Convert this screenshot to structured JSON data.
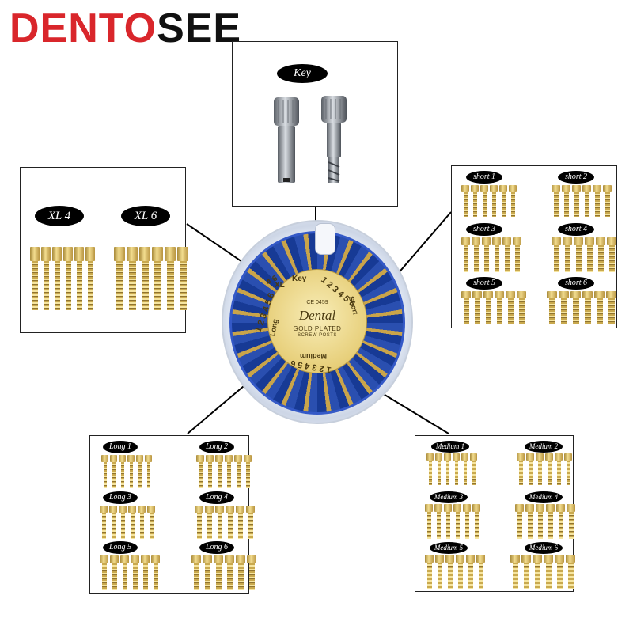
{
  "brand": {
    "part1": "DENTO",
    "part2": "SEE"
  },
  "key_panel": {
    "label": "Key"
  },
  "xl_panel": {
    "labels": [
      "XL 4",
      "XL 6"
    ]
  },
  "short_panel": {
    "labels": [
      "short 1",
      "short 2",
      "short 3",
      "short 4",
      "short 5",
      "short 6"
    ]
  },
  "long_panel": {
    "labels": [
      "Long 1",
      "Long 2",
      "Long 3",
      "Long 4",
      "Long 5",
      "Long 6"
    ]
  },
  "medium_panel": {
    "labels": [
      "Medium 1",
      "Medium 2",
      "Medium 3",
      "Medium 4",
      "Medium 5",
      "Medium 6"
    ]
  },
  "disc": {
    "brand": "Dental",
    "sub1": "GOLD PLATED",
    "sub2": "SCREW POSTS",
    "ce": "CE 0459",
    "ring_key": "Key",
    "ring_xl": "XL",
    "ring_short": "Short",
    "ring_medium": "Medium",
    "ring_long": "Long",
    "numbers_short": "1 2 3 4 5 6",
    "numbers_long": "1 2 3 4 5 6",
    "numbers_medium": "1 2 3 4 5 6",
    "numbers_xl": "4 6"
  },
  "colors": {
    "brand_red": "#d9262b",
    "gold": "#e2c46a",
    "disc_blue": "#2a4fb0"
  }
}
